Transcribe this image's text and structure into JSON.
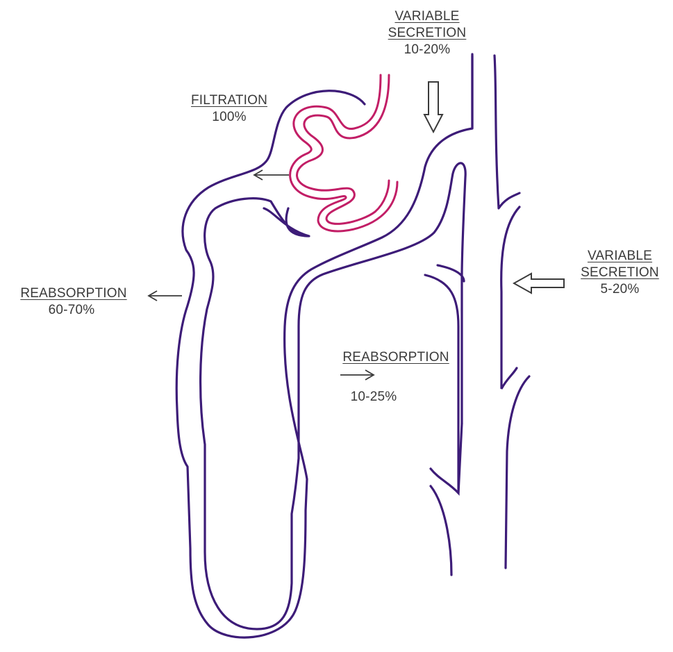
{
  "colors": {
    "tubule": "#3d1c78",
    "glomerulus": "#c21e66",
    "arrow": "#3a3a3a",
    "text": "#3a3a3a"
  },
  "labels": {
    "filtration": {
      "heading": "FILTRATION",
      "value": "100%"
    },
    "reabsorption_proximal": {
      "heading": "REABSORPTION",
      "value": "60-70%"
    },
    "reabsorption_loop": {
      "heading": "REABSORPTION",
      "value": "10-25%"
    },
    "secretion_distal": {
      "heading_line1": "VARIABLE",
      "heading_line2": "SECRETION",
      "value": "10-20%"
    },
    "secretion_collecting": {
      "heading_line1": "VARIABLE",
      "heading_line2": "SECRETION",
      "value": "5-20%"
    }
  },
  "icons": [
    "arrow-left-icon",
    "arrow-right-icon",
    "hollow-arrow-down-icon",
    "hollow-arrow-left-icon"
  ]
}
